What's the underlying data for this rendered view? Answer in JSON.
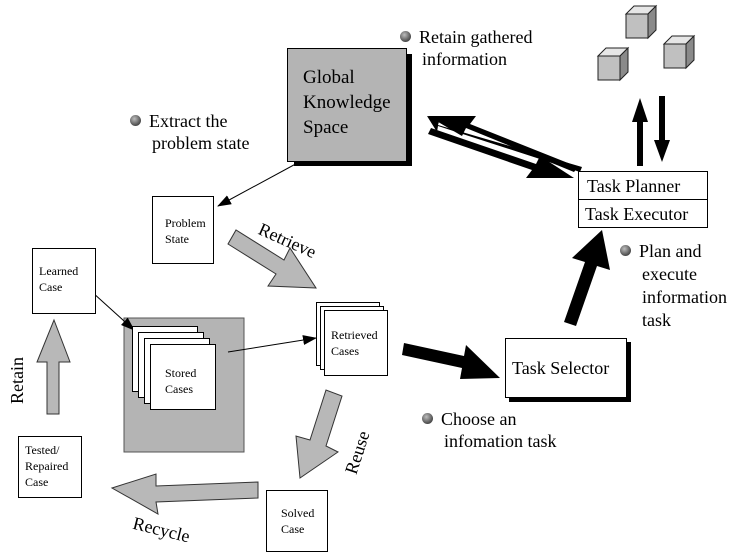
{
  "global_knowledge_space": [
    "Global",
    "Knowledge",
    "Space"
  ],
  "task_planner": "Task Planner",
  "task_executor": "Task Executor",
  "task_selector": "Task Selector",
  "problem_state": [
    "Problem",
    "State"
  ],
  "learned_case": [
    "Learned",
    "Case"
  ],
  "stored_cases": [
    "Stored",
    "Cases"
  ],
  "retrieved_cases": [
    "Retrieved",
    "Cases"
  ],
  "solved_case": [
    "Solved",
    "Case"
  ],
  "tested_case": [
    "Tested/",
    "Repaired",
    "Case"
  ],
  "notes": {
    "retain_gathered": [
      "Retain gathered",
      "information"
    ],
    "extract_problem": [
      "Extract the",
      "problem state"
    ],
    "plan_execute": [
      "Plan and",
      "execute",
      "information",
      "task"
    ],
    "choose_task": [
      "Choose an",
      "infomation task"
    ]
  },
  "arrow_labels": {
    "retrieve": "Retrieve",
    "reuse": "Reuse",
    "recycle": "Recycle",
    "retain": "Retain"
  },
  "colors": {
    "gray_fill": "#b4b4b4",
    "arrow_gray": "#b8b8b8",
    "cube": "#c0c0c0"
  }
}
